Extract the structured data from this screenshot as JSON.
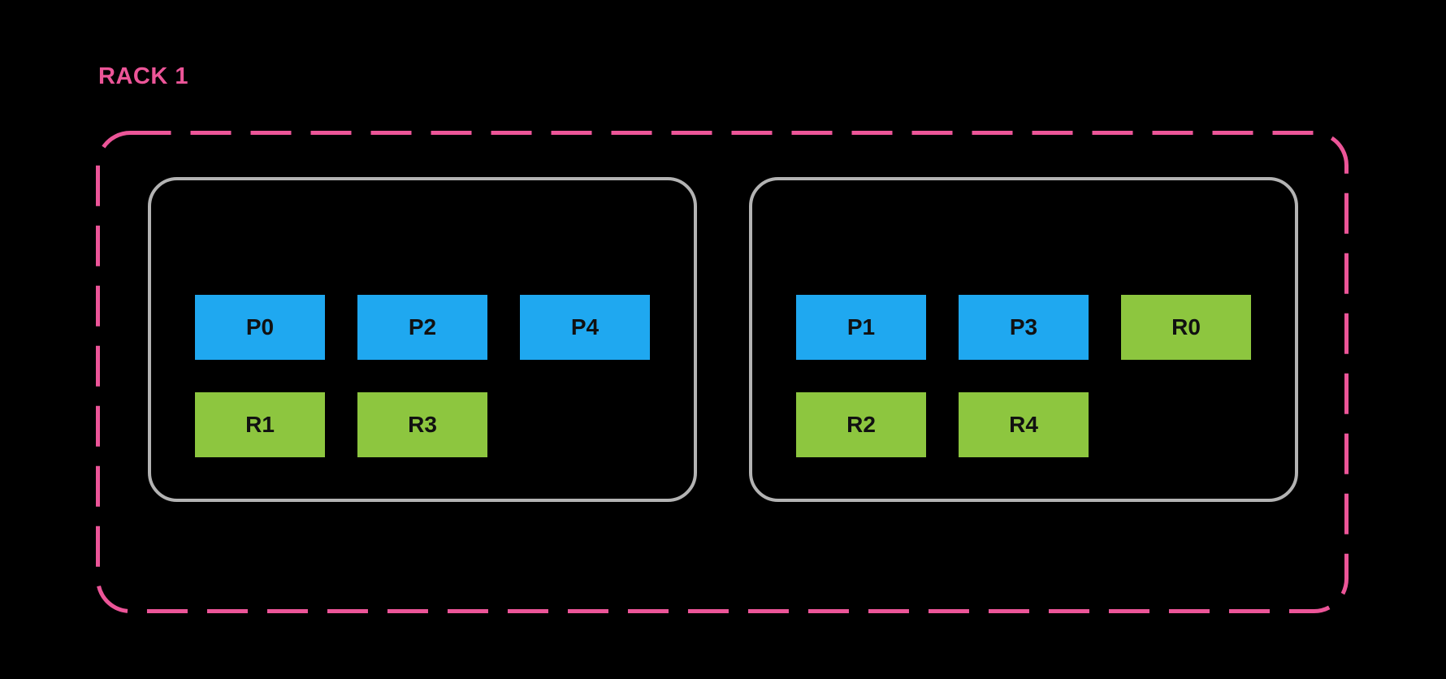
{
  "rack": {
    "label": "RACK 1",
    "nodes": [
      {
        "rows": [
          [
            {
              "label": "P0",
              "type": "primary"
            },
            {
              "label": "P2",
              "type": "primary"
            },
            {
              "label": "P4",
              "type": "primary"
            }
          ],
          [
            {
              "label": "R1",
              "type": "replica"
            },
            {
              "label": "R3",
              "type": "replica"
            }
          ]
        ]
      },
      {
        "rows": [
          [
            {
              "label": "P1",
              "type": "primary"
            },
            {
              "label": "P3",
              "type": "primary"
            },
            {
              "label": "R0",
              "type": "replica"
            }
          ],
          [
            {
              "label": "R2",
              "type": "replica"
            },
            {
              "label": "R4",
              "type": "replica"
            }
          ]
        ]
      }
    ]
  },
  "colors": {
    "background": "#000000",
    "rack_border": "#EC5598",
    "node_border": "#B3B3B3",
    "primary": "#1FA8F0",
    "replica": "#8DC63F",
    "text": "#111111"
  }
}
